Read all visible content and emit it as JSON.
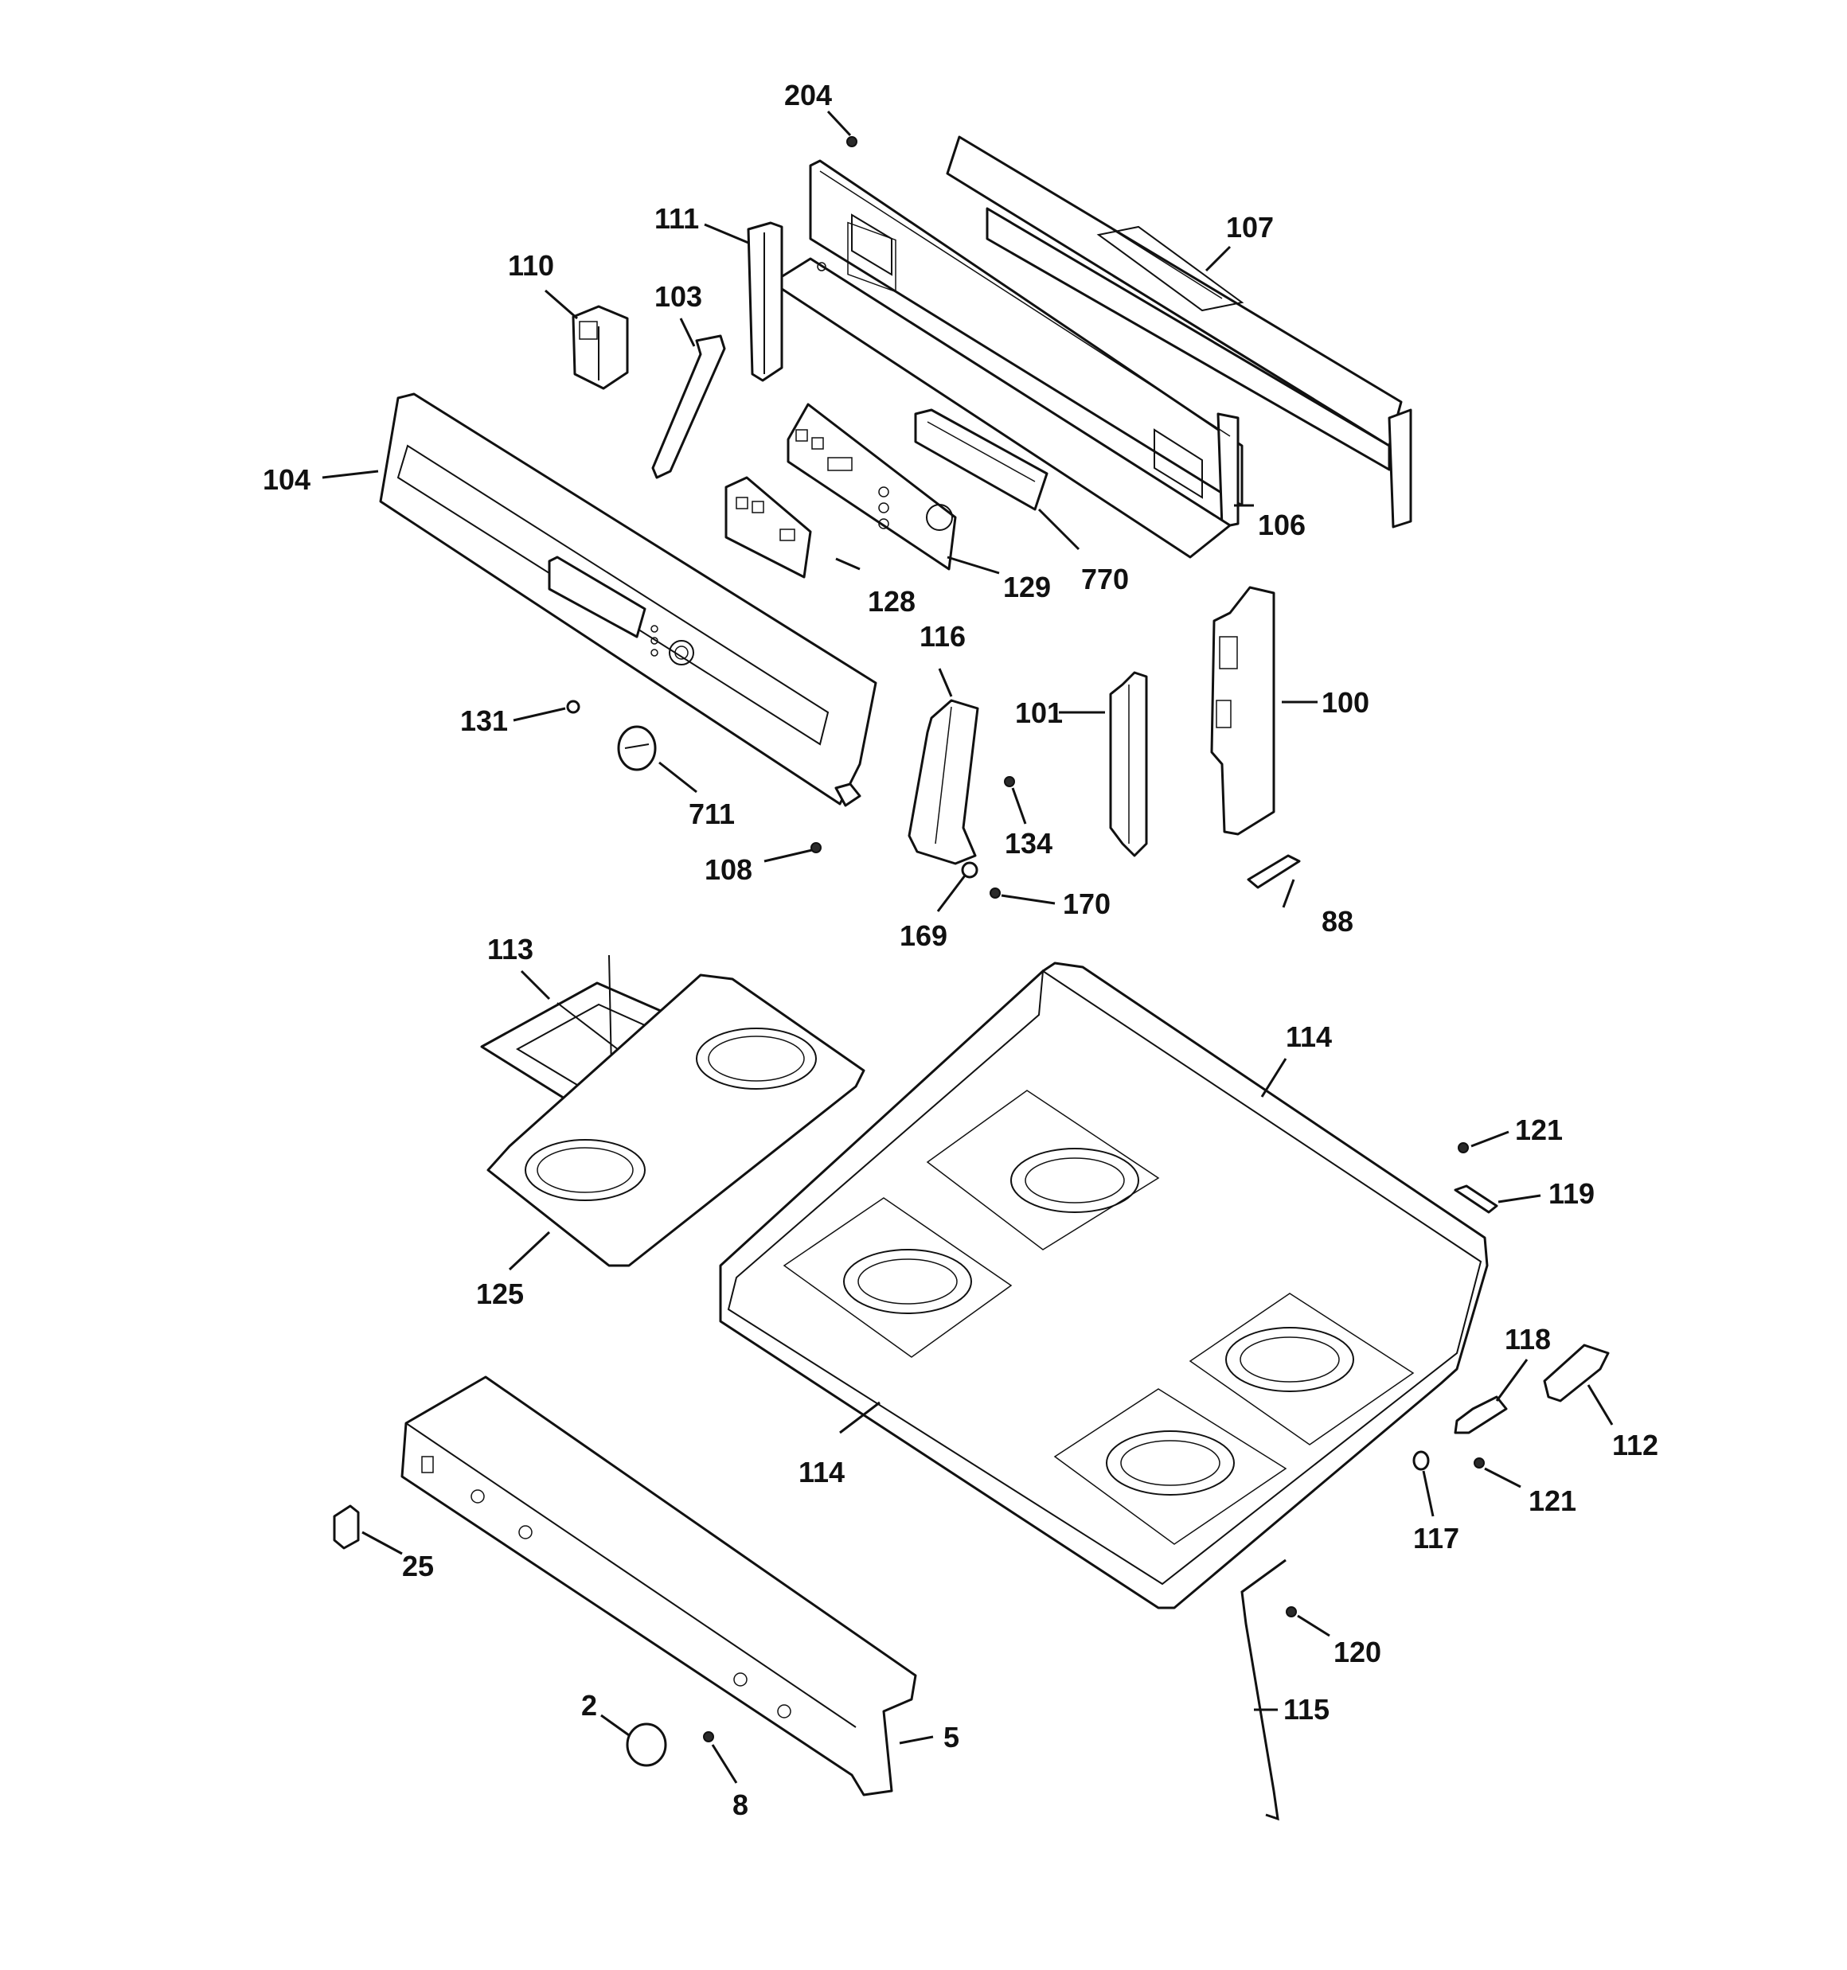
{
  "diagram": {
    "callouts": [
      {
        "id": "c204",
        "label": "204"
      },
      {
        "id": "c111",
        "label": "111"
      },
      {
        "id": "c107",
        "label": "107"
      },
      {
        "id": "c110",
        "label": "110"
      },
      {
        "id": "c103",
        "label": "103"
      },
      {
        "id": "c104",
        "label": "104"
      },
      {
        "id": "c106",
        "label": "106"
      },
      {
        "id": "c128",
        "label": "128"
      },
      {
        "id": "c129",
        "label": "129"
      },
      {
        "id": "c770",
        "label": "770"
      },
      {
        "id": "c116",
        "label": "116"
      },
      {
        "id": "c101",
        "label": "101"
      },
      {
        "id": "c100",
        "label": "100"
      },
      {
        "id": "c131",
        "label": "131"
      },
      {
        "id": "c711",
        "label": "711"
      },
      {
        "id": "c134",
        "label": "134"
      },
      {
        "id": "c108",
        "label": "108"
      },
      {
        "id": "c169",
        "label": "169"
      },
      {
        "id": "c170",
        "label": "170"
      },
      {
        "id": "c88",
        "label": "88"
      },
      {
        "id": "c113",
        "label": "113"
      },
      {
        "id": "c114a",
        "label": "114"
      },
      {
        "id": "c121a",
        "label": "121"
      },
      {
        "id": "c119",
        "label": "119"
      },
      {
        "id": "c125",
        "label": "125"
      },
      {
        "id": "c118",
        "label": "118"
      },
      {
        "id": "c112",
        "label": "112"
      },
      {
        "id": "c114b",
        "label": "114"
      },
      {
        "id": "c121b",
        "label": "121"
      },
      {
        "id": "c117",
        "label": "117"
      },
      {
        "id": "c25",
        "label": "25"
      },
      {
        "id": "c120",
        "label": "120"
      },
      {
        "id": "c115",
        "label": "115"
      },
      {
        "id": "c2",
        "label": "2"
      },
      {
        "id": "c5",
        "label": "5"
      },
      {
        "id": "c8",
        "label": "8"
      }
    ]
  }
}
